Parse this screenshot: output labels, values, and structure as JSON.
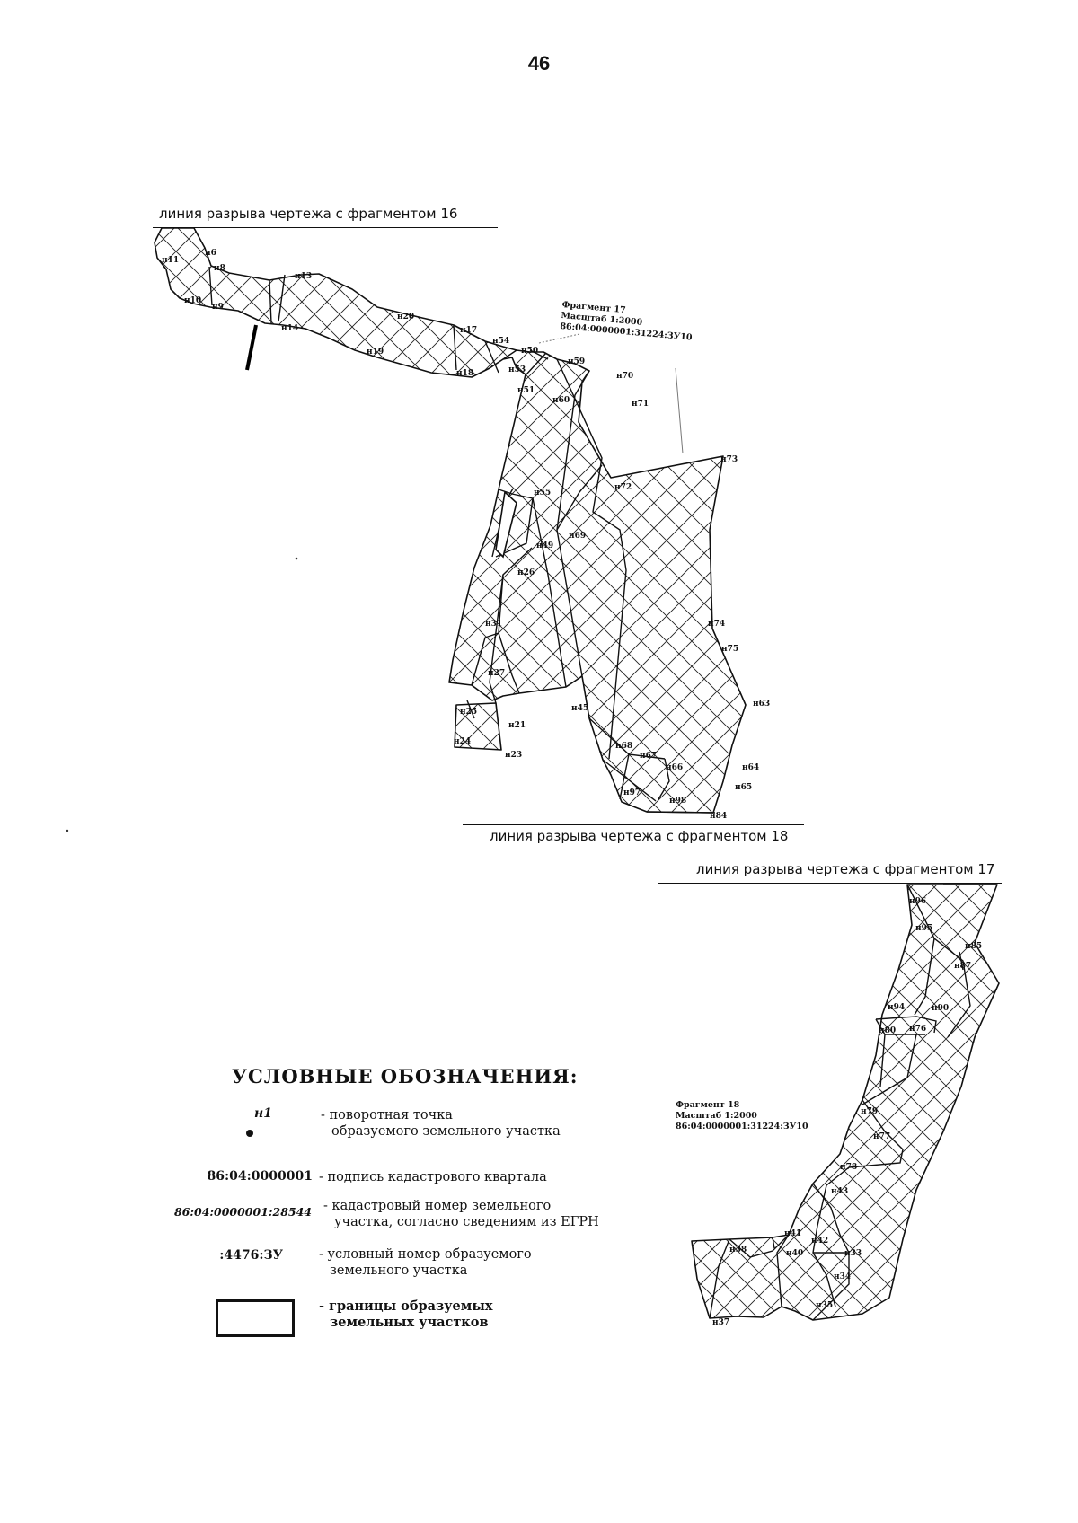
{
  "page": {
    "number": "46"
  },
  "break_lines": {
    "top_fragment16": "линия разрыва чертежа с фрагментом 16",
    "mid_fragment18": "линия разрыва чертежа с фрагментом 18",
    "right_fragment17": "линия разрыва чертежа с фрагментом 17"
  },
  "fragment17": {
    "title": "Фрагмент 17",
    "scale": "Масштаб 1:2000",
    "cadastral": "86:04:0000001:31224:ЗУ10"
  },
  "fragment18": {
    "title": "Фрагмент 18",
    "scale": "Масштаб 1:2000",
    "cadastral": "86:04:0000001:31224:ЗУ10"
  },
  "point_labels": {
    "n11": "н11",
    "n6": "н6",
    "n8": "н8",
    "n10": "н10",
    "n9": "н9",
    "n13": "н13",
    "n14": "н14",
    "n20": "н20",
    "n19": "н19",
    "n17": "н17",
    "n18": "н18",
    "n54": "н54",
    "n50": "н50",
    "n53": "н53",
    "n51": "н51",
    "n59": "н59",
    "n70": "н70",
    "n60": "н60",
    "n71": "н71",
    "n73": "н73",
    "n72": "н72",
    "n55": "н55",
    "n69": "н69",
    "n49": "н49",
    "n26": "н26",
    "n31": "н31",
    "n27": "н27",
    "n25": "н25",
    "n21": "н21",
    "n45": "н45",
    "n24": "н24",
    "n23": "н23",
    "n74": "н74",
    "n75": "н75",
    "n63": "н63",
    "n68": "н68",
    "n67": "н67",
    "n66": "н66",
    "n64": "н64",
    "n65": "н65",
    "n97": "н97",
    "n98": "н98",
    "n84": "н84",
    "n96": "н96",
    "n95": "н95",
    "n85": "н85",
    "n87": "н87",
    "n94": "н94",
    "n90": "н90",
    "n80": "н80",
    "n76": "н76",
    "n79": "н79",
    "n77": "н77",
    "n78": "н78",
    "n43": "н43",
    "n41": "н41",
    "n42": "н42",
    "n38": "н38",
    "n40": "н40",
    "n33": "н33",
    "n34": "н34",
    "n35": "н35",
    "n37": "н37"
  },
  "legend": {
    "title": "УСЛОВНЫЕ ОБОЗНАЧЕНИЯ:",
    "items": [
      {
        "symbol": "н1",
        "line1": "- поворотная точка",
        "line2": "образуемого земельного участка"
      },
      {
        "symbol": "86:04:0000001",
        "line1": "- подпись кадастрового квартала"
      },
      {
        "symbol": "86:04:0000001:28544",
        "line1": "- кадастровый номер земельного",
        "line2": "участка, согласно сведениям из ЕГРН"
      },
      {
        "symbol": ":4476:ЗУ",
        "line1": "- условный номер образуемого",
        "line2": "земельного участка"
      },
      {
        "symbol_icon": "boundary-box",
        "line1": "- границы образуемых",
        "line2": "земельных участков"
      }
    ]
  }
}
